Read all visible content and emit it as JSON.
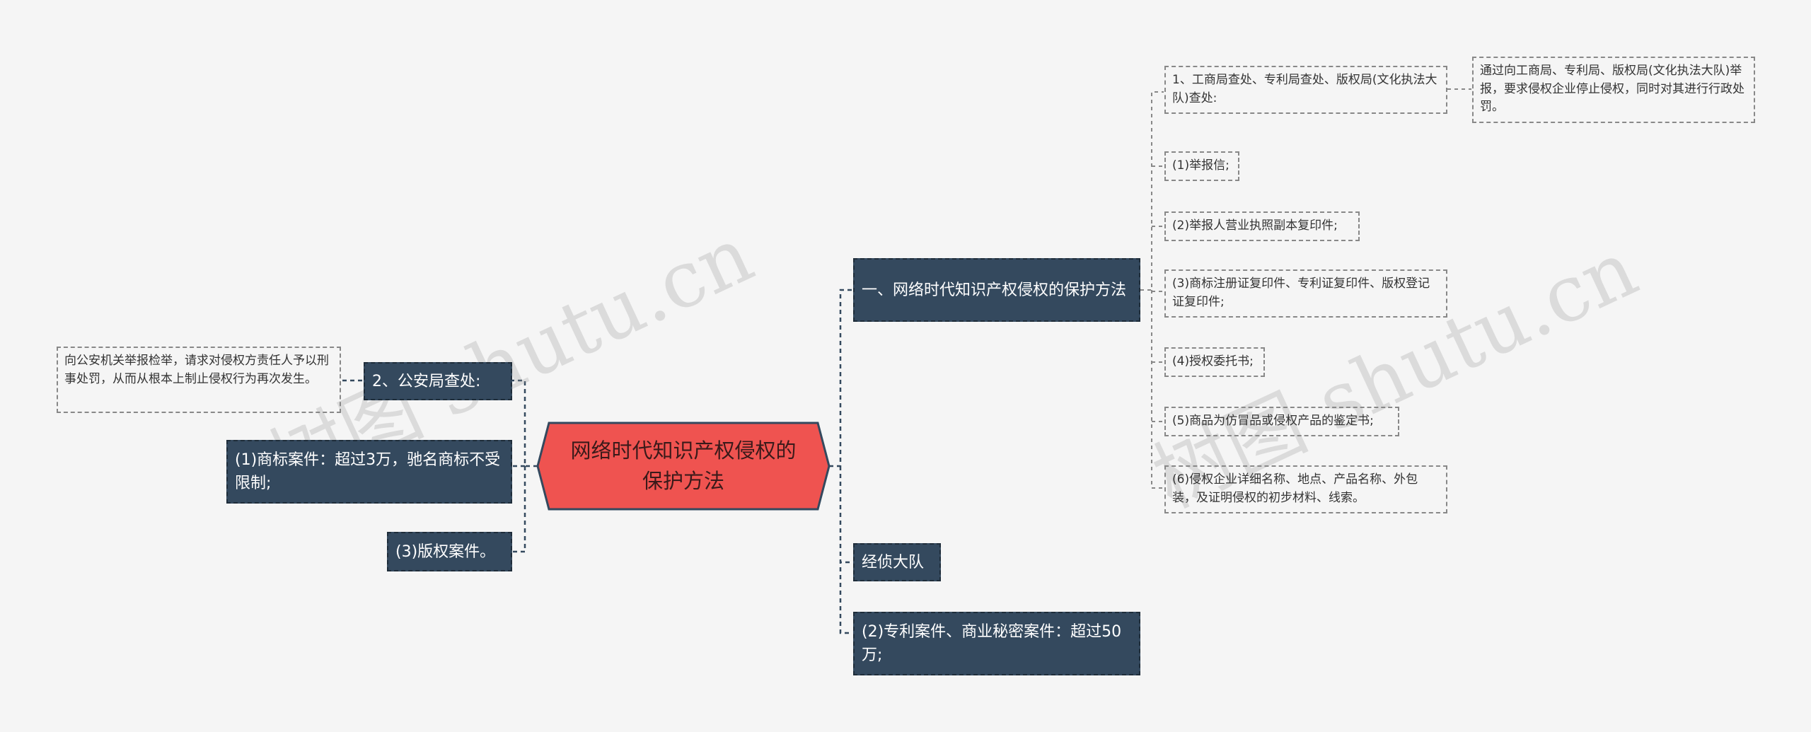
{
  "root": {
    "label": "网络时代知识产权侵权的保护方法"
  },
  "right": {
    "branch1": {
      "label": "一、网络时代知识产权侵权的保护方法",
      "children": [
        {
          "label": "1、工商局查处、专利局查处、版权局(文化执法大队)查处:",
          "detail": "通过向工商局、专利局、版权局(文化执法大队)举报，要求侵权企业停止侵权，同时对其进行行政处罚。"
        },
        {
          "label": "(1)举报信;"
        },
        {
          "label": "(2)举报人营业执照副本复印件;"
        },
        {
          "label": "(3)商标注册证复印件、专利证复印件、版权登记证复印件;"
        },
        {
          "label": "(4)授权委托书;"
        },
        {
          "label": "(5)商品为仿冒品或侵权产品的鉴定书;"
        },
        {
          "label": "(6)侵权企业详细名称、地点、产品名称、外包装，及证明侵权的初步材料、线索。"
        }
      ]
    },
    "branch2": {
      "label": "经侦大队"
    },
    "branch3": {
      "label": "(2)专利案件、商业秘密案件：超过50万;"
    }
  },
  "left": {
    "branch1": {
      "label": "2、公安局查处:",
      "detail": "向公安机关举报检举，请求对侵权方责任人予以刑事处罚，从而从根本上制止侵权行为再次发生。"
    },
    "branch2": {
      "label": "(1)商标案件：超过3万，驰名商标不受限制;"
    },
    "branch3": {
      "label": "(3)版权案件。"
    }
  },
  "watermark": {
    "text": "树图 shutu.cn"
  },
  "colors": {
    "root_fill": "#ef5350",
    "root_stroke": "#34495e",
    "branch_fill": "#34495e",
    "line": "#34495e",
    "background": "#f5f5f5"
  }
}
